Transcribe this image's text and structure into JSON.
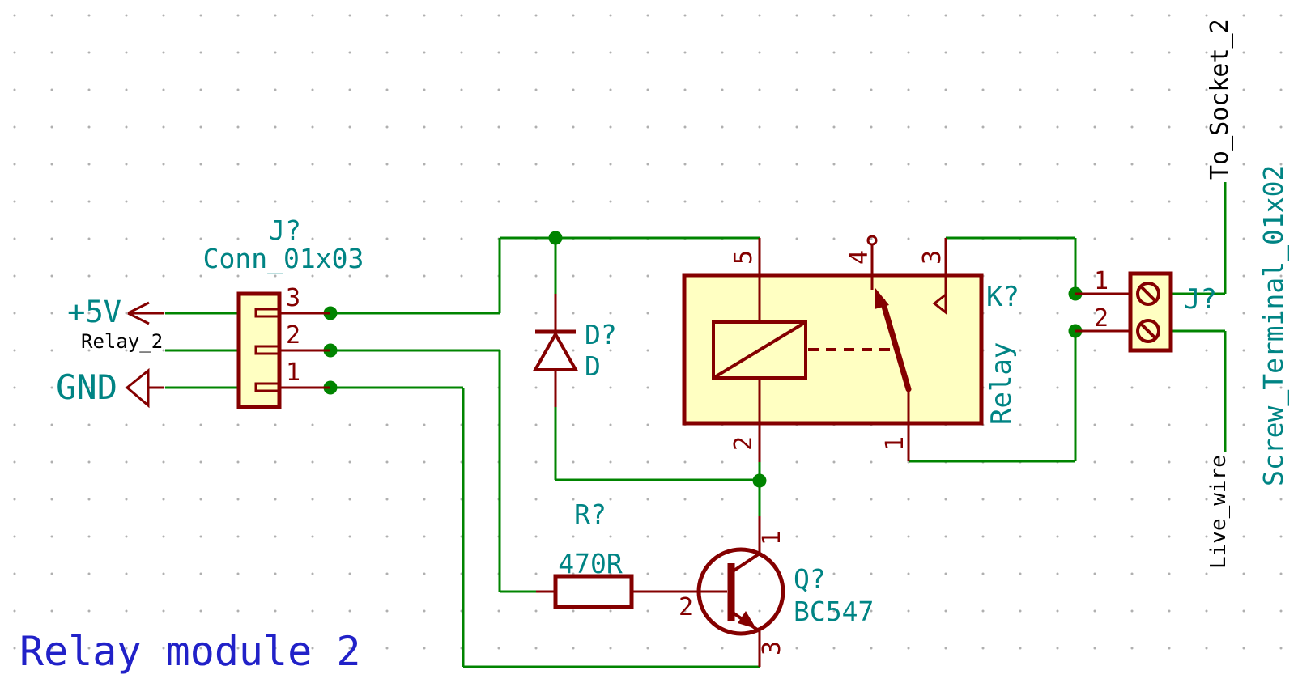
{
  "schematic": {
    "title": "Relay module 2",
    "power_labels": {
      "vcc": "+5V",
      "gnd": "GND"
    },
    "net_labels": {
      "relay_drive": "Relay_2",
      "to_socket": "To_Socket_2",
      "live_wire": "Live_wire"
    },
    "components": {
      "input_connector": {
        "ref": "J?",
        "value": "Conn_01x03",
        "pin_numbers": [
          "3",
          "2",
          "1"
        ]
      },
      "flyback_diode": {
        "ref": "D?",
        "value": "D"
      },
      "base_resistor": {
        "ref": "R?",
        "value": "470R"
      },
      "transistor": {
        "ref": "Q?",
        "value": "BC547",
        "pin_numbers": [
          "1",
          "2",
          "3"
        ]
      },
      "relay": {
        "ref": "K?",
        "value": "Relay",
        "pin_numbers": [
          "5",
          "4",
          "3",
          "2",
          "1"
        ]
      },
      "screw_terminal": {
        "ref": "J?",
        "value": "Screw_Terminal_01x02",
        "pin_numbers": [
          "1",
          "2"
        ]
      }
    },
    "colors": {
      "wire": "#008400",
      "symbol": "#840000",
      "fill": "#FFFFC2",
      "label": "#008484",
      "net": "#000000",
      "title": "#2121C8",
      "grid": "#B0B0B0",
      "bg": "#FFFFFF"
    }
  }
}
